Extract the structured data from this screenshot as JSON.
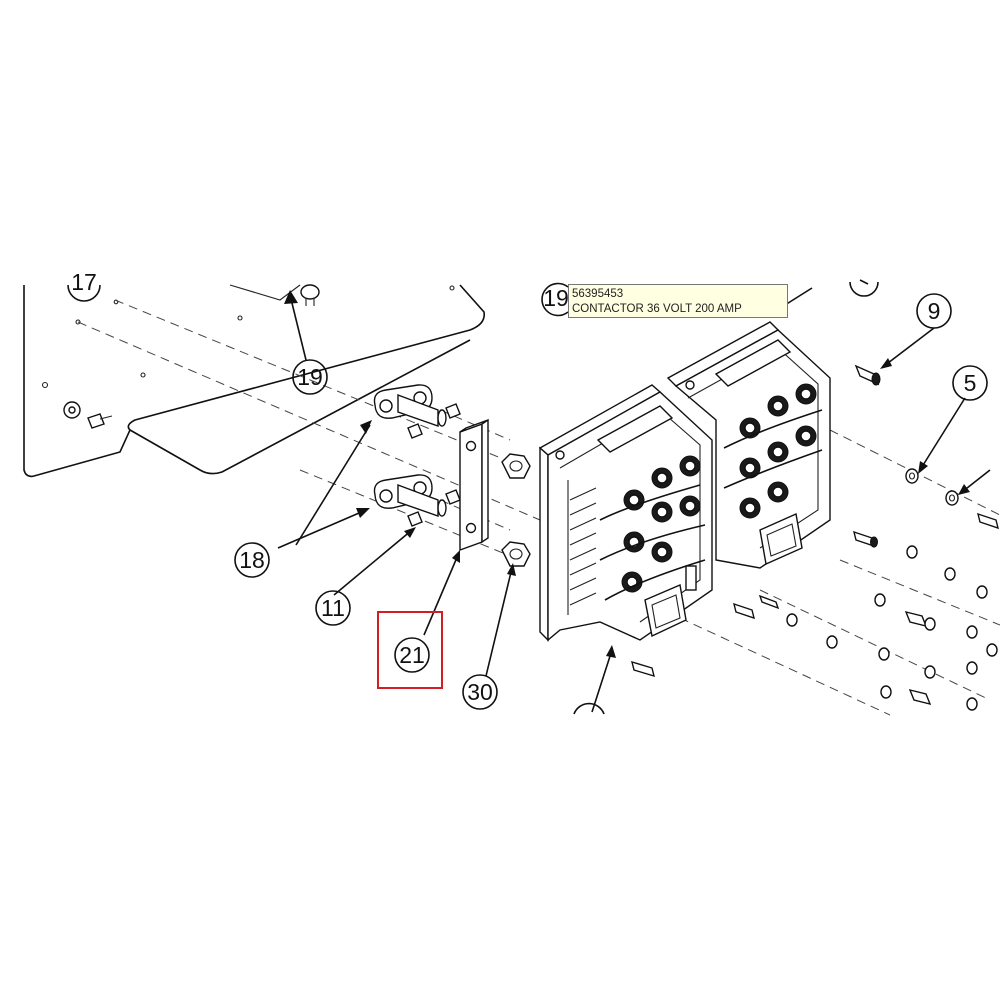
{
  "callouts": {
    "c17": "17",
    "c19a": "19",
    "c19b": "19",
    "c9": "9",
    "c5": "5",
    "c18": "18",
    "c11": "11",
    "c21": "21",
    "c30": "30"
  },
  "tooltip": {
    "part_number": "56395453",
    "description": "CONTACTOR 36 VOLT 200 AMP"
  },
  "colors": {
    "highlight": "#d21f26",
    "tooltip_bg": "#ffffe1",
    "line": "#111111"
  }
}
